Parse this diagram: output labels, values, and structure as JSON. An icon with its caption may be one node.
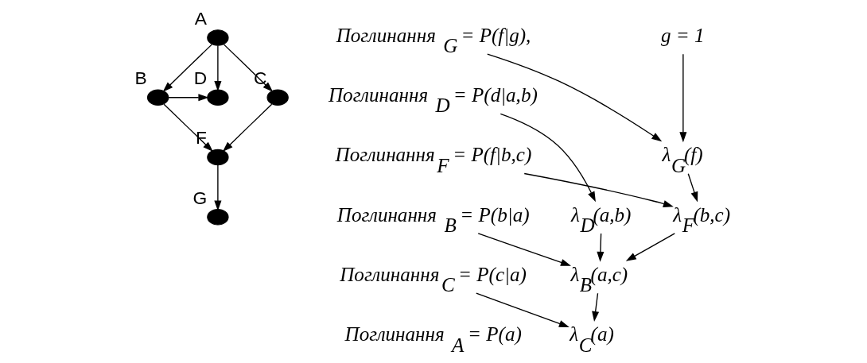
{
  "diagram": {
    "nodes": [
      {
        "text": [],
        "shape": "circle",
        "beside": [
          "A"
        ]
      },
      {
        "text": [],
        "shape": "circle",
        "beside": [
          "B"
        ]
      },
      {
        "text": [],
        "shape": "circle",
        "beside": [
          "D"
        ]
      },
      {
        "text": [],
        "shape": "circle",
        "beside": [
          "C"
        ]
      },
      {
        "text": [],
        "shape": "circle",
        "beside": [
          "F"
        ]
      },
      {
        "text": [],
        "shape": "circle",
        "beside": [
          "G"
        ]
      },
      {
        "text": [
          "Поглинання $_{G}$ = P(f|g),"
        ]
      },
      {
        "text": [
          "g = 1"
        ]
      },
      {
        "text": [
          "Поглинання $_{D}$ = P(d|a,b)"
        ]
      },
      {
        "text": [
          "Поглинання$_{F}$ = P(f|b,c)"
        ]
      },
      {
        "text": [
          "λ$_{G}$(f)"
        ]
      },
      {
        "text": [
          "Поглинання $_{B}$ = P(b|a)"
        ]
      },
      {
        "text": [
          "λ$_{D}$(a,b)"
        ]
      },
      {
        "text": [
          "λ$_{F}$(b,c)"
        ]
      },
      {
        "text": [
          "Поглинання$_{C}$ = P(c|a)"
        ]
      },
      {
        "text": [
          "λ$_{B}$(a,c)"
        ]
      },
      {
        "text": [
          "Поглинання $_{A}$ = P(a)"
        ]
      },
      {
        "text": [
          "λ$_{C}$(a)"
        ]
      }
    ],
    "edges": [
      {
        "from": 0,
        "to": 1,
        "arrow": "to"
      },
      {
        "from": 0,
        "to": 2,
        "arrow": "to"
      },
      {
        "from": 0,
        "to": 3,
        "arrow": "to"
      },
      {
        "from": 1,
        "to": 2,
        "arrow": "to"
      },
      {
        "from": 1,
        "to": 4,
        "arrow": "to"
      },
      {
        "from": 3,
        "to": 4,
        "arrow": "to"
      },
      {
        "from": 4,
        "to": 5,
        "arrow": "to"
      },
      {
        "from": 6,
        "to": 10,
        "arrow": "to"
      },
      {
        "from": 7,
        "to": 10,
        "arrow": "to"
      },
      {
        "from": 8,
        "to": 12,
        "arrow": "to"
      },
      {
        "from": 9,
        "to": 13,
        "arrow": "to"
      },
      {
        "from": 10,
        "to": 13,
        "arrow": "to"
      },
      {
        "from": 11,
        "to": 15,
        "arrow": "to"
      },
      {
        "from": 12,
        "to": 15,
        "arrow": "to"
      },
      {
        "from": 13,
        "to": 15,
        "arrow": "to"
      },
      {
        "from": 14,
        "to": 17,
        "arrow": "to"
      },
      {
        "from": 15,
        "to": 17,
        "arrow": "to"
      }
    ]
  }
}
